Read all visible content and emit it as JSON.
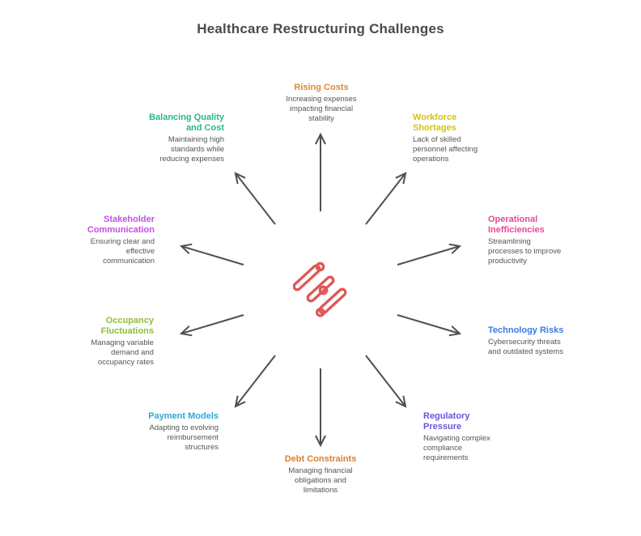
{
  "page": {
    "title": "Healthcare Restructuring Challenges"
  },
  "colors": {
    "main_title": "#4A4A4A",
    "description_text": "#555555",
    "arrow": "#4F4F4F",
    "center_icon": "#E05757"
  },
  "center_icon": {
    "name": "diagonal-capsules-logo",
    "color": "#E05757"
  },
  "items": [
    {
      "id": "rising-costs",
      "title": "Rising Costs",
      "description": "Increasing expenses\nimpacting financial\nstability",
      "color": "#E08A2D"
    },
    {
      "id": "balancing-quality-and-cost",
      "title": "Balancing Quality\nand Cost",
      "description": "Maintaining high\nstandards while\nreducing expenses",
      "color": "#29B98A"
    },
    {
      "id": "workforce-shortages",
      "title": "Workforce\nShortages",
      "description": "Lack of skilled\npersonnel affecting\noperations",
      "color": "#D4C411"
    },
    {
      "id": "stakeholder-communication",
      "title": "Stakeholder\nCommunication",
      "description": "Ensuring clear and\neffective\ncommunication",
      "color": "#C44FE3"
    },
    {
      "id": "operational-inefficiencies",
      "title": "Operational\nInefficiencies",
      "description": "Streamlining\nprocesses to improve\nproductivity",
      "color": "#E74A97"
    },
    {
      "id": "occupancy-fluctuations",
      "title": "Occupancy\nFluctuations",
      "description": "Managing variable\ndemand and\noccupancy rates",
      "color": "#8FBF33"
    },
    {
      "id": "technology-risks",
      "title": "Technology Risks",
      "description": "Cybersecurity threats\nand outdated systems",
      "color": "#3B7AE0"
    },
    {
      "id": "payment-models",
      "title": "Payment Models",
      "description": "Adapting to evolving\nreimbursement\nstructures",
      "color": "#2EA8D5"
    },
    {
      "id": "regulatory-pressure",
      "title": "Regulatory\nPressure",
      "description": "Navigating complex\ncompliance\nrequirements",
      "color": "#6A54DE"
    },
    {
      "id": "debt-constraints",
      "title": "Debt Constraints",
      "description": "Managing financial\nobligations and\nlimitations",
      "color": "#DE7F2D"
    }
  ]
}
